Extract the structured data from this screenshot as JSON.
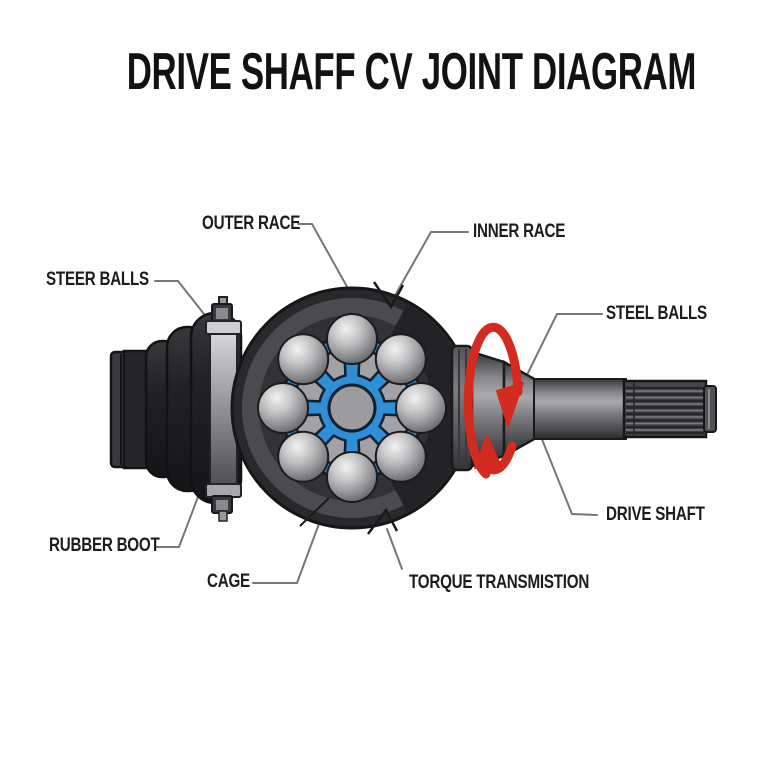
{
  "title": "DRIVE SHAFF CV JOINT DIAGRAM",
  "labels": {
    "outer_race": "OUTER RACE",
    "inner_race": "INNER RACE",
    "steer_balls": "STEER BALLS",
    "steel_balls": "STEEL BALLS",
    "rubber_boot": "RUBBER BOOT",
    "cage": "CAGE",
    "torque_transmission": "TORQUE TRANSMISTION",
    "drive_shaft": "DRIVE SHAFT"
  },
  "diagram": {
    "type": "cv-joint-cutaway-illustration",
    "parts": [
      "rubber boot",
      "boot clamp",
      "outer race housing",
      "blue cage",
      "steel balls",
      "inner race hub",
      "drive shaft",
      "splined shaft end",
      "rotation arrow"
    ],
    "ball_count": 8,
    "rotation_arrow": "red elliptical arrow around shaft indicating torque rotation"
  },
  "colors": {
    "background": "#ffffff",
    "text": "#1c1c1e",
    "leader_line": "#76767a",
    "cage_blue": "#2f8ed5",
    "cage_outline": "#0d2130",
    "housing_dark": "#2a2a2c",
    "housing_body": "#4b4b4d",
    "ball_gray": "#c6c6c8",
    "boot_black": "#1e1e20",
    "clamp_silver": "#c0c0c2",
    "shaft_gray": "#7f7f83",
    "arrow_red": "#d32b20"
  }
}
